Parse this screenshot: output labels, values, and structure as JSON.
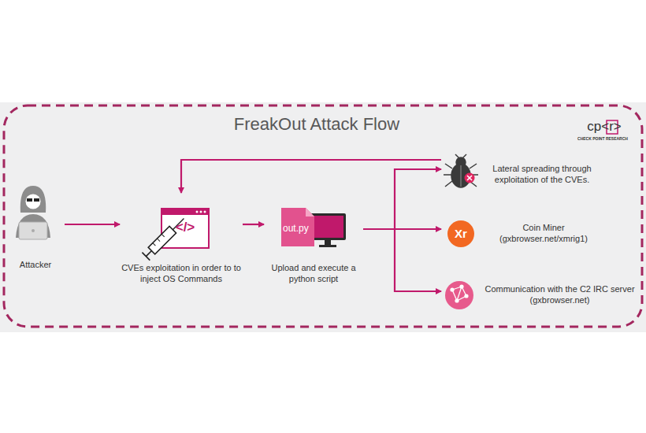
{
  "diagram": {
    "title": "FreakOut Attack Flow",
    "nodes": [
      {
        "text": [
          "Attacker"
        ]
      },
      {
        "text": [
          "CVEs exploitation in order to to inject OS Commands"
        ]
      },
      {
        "text": [
          "out.py",
          "Upload and execute a python script"
        ]
      },
      {
        "text": [
          "Lateral spreading through exploitation of the CVEs."
        ]
      },
      {
        "text": [
          "Coin Miner",
          "(gxbrowser.net/xmrig1)"
        ]
      },
      {
        "text": [
          "Communication with the C2 IRC server",
          "(gxbrowser.net)"
        ]
      }
    ],
    "edges": [
      {
        "from": 0,
        "to": 1,
        "arrow": "to"
      },
      {
        "from": 1,
        "to": 2,
        "arrow": "to"
      },
      {
        "from": 2,
        "to": 3,
        "arrow": "to"
      },
      {
        "from": 2,
        "to": 4,
        "arrow": "to"
      },
      {
        "from": 2,
        "to": 5,
        "arrow": "to"
      },
      {
        "from": 3,
        "to": 1,
        "arrow": "to"
      }
    ],
    "labels": [
      "</>",
      "Xr",
      "cp<r>",
      "CHECK POINT RESEARCH"
    ]
  }
}
